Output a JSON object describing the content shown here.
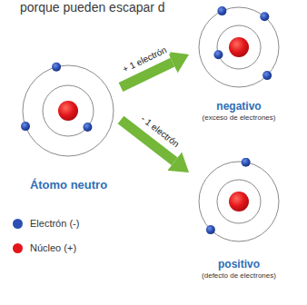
{
  "diagram": {
    "nodes": [
      {
        "text": [
          "Átomo neutro"
        ]
      },
      {
        "text": [
          "negativo",
          "(exceso de electrones)"
        ]
      },
      {
        "text": [
          "positivo",
          "(defecto de electrones)"
        ]
      }
    ],
    "edges": [
      {
        "from": 0,
        "to": 1,
        "arrow": "to",
        "label": "+ 1 electrón"
      },
      {
        "from": 0,
        "to": 2,
        "arrow": "to",
        "label": "- 1 electrón"
      }
    ],
    "labels": [
      "porque pueden escapar d"
    ],
    "legend": [
      {
        "text": "Electrón (-)",
        "color": "#2b4fb3"
      },
      {
        "text": "Núcleo (+)",
        "color": "#e3161b"
      }
    ]
  }
}
